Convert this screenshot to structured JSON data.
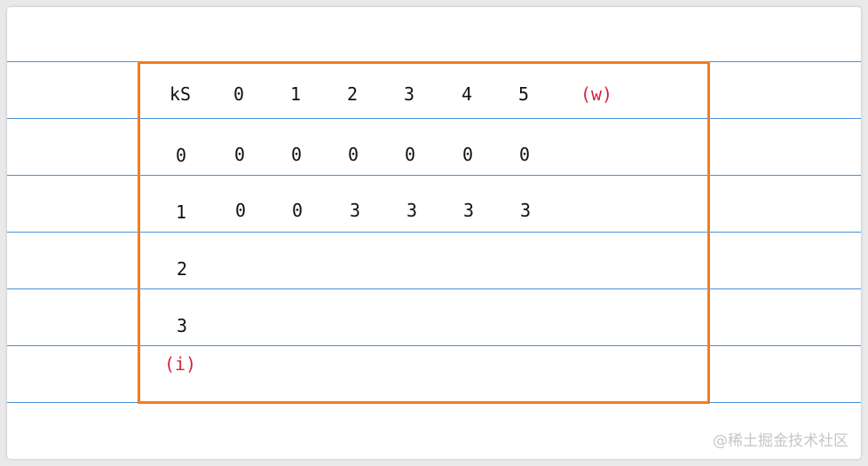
{
  "header": {
    "corner": "kS",
    "columns": [
      "0",
      "1",
      "2",
      "3",
      "4",
      "5"
    ],
    "column_axis": "(w)"
  },
  "rows": [
    {
      "label": "0",
      "cells": [
        "0",
        "0",
        "0",
        "0",
        "0",
        "0"
      ]
    },
    {
      "label": "1",
      "cells": [
        "0",
        "0",
        "3",
        "3",
        "3",
        "3"
      ]
    },
    {
      "label": "2",
      "cells": []
    },
    {
      "label": "3",
      "cells": []
    }
  ],
  "row_axis": "(i)",
  "watermark": "@稀土掘金技术社区",
  "colors": {
    "box_border": "#f07d22",
    "rule_lines": "#4a90d9",
    "axis_labels": "#d0263a",
    "text": "#111111"
  }
}
